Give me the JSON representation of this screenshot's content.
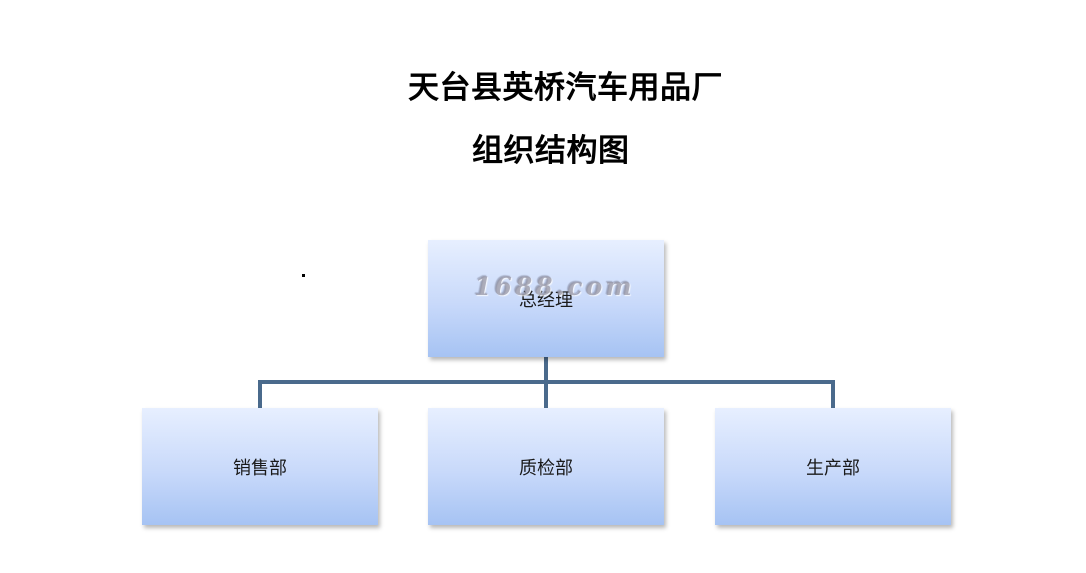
{
  "title": {
    "line1": "天台县英桥汽车用品厂",
    "line2": "组织结构图"
  },
  "org_chart": {
    "root": {
      "label": "总经理"
    },
    "children": [
      {
        "label": "销售部"
      },
      {
        "label": "质检部"
      },
      {
        "label": "生产部"
      }
    ]
  },
  "watermark": {
    "text": "1688.com"
  },
  "colors": {
    "connector": "#4a6a8c",
    "node_top": "#e7efff",
    "node_bottom": "#a6c3f3"
  }
}
